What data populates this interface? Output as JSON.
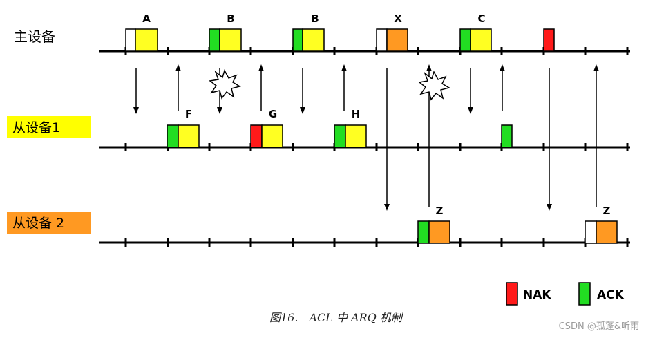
{
  "colors": {
    "nak": "#ff1a1a",
    "ack": "#22dd22",
    "data": "#ffff22",
    "orange": "#ff9922",
    "white": "#ffffff",
    "slave1_label_bg": "#ffff00",
    "slave2_label_bg": "#ff9922"
  },
  "rows": {
    "master": "主设备",
    "slave1": "从设备1",
    "slave2": "从设备 2"
  },
  "packets": {
    "A": "A",
    "B1": "B",
    "B2": "B",
    "X": "X",
    "C": "C",
    "F": "F",
    "G": "G",
    "H": "H",
    "Z1": "Z",
    "Z2": "Z"
  },
  "legend": {
    "nak": "NAK",
    "ack": "ACK"
  },
  "caption": "图16.　ACL 中 ARQ 机制",
  "watermark": "CSDN @孤蓬&听雨"
}
